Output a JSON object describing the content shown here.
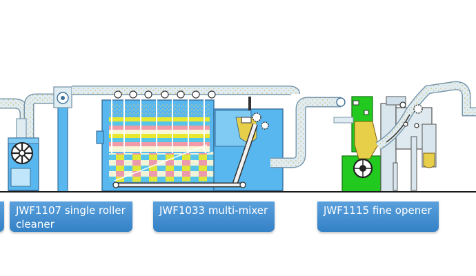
{
  "labels": [
    {
      "id": "left-edge",
      "text": ""
    },
    {
      "id": "single-roller-cleaner",
      "text": "JWF1107 single roller cleaner"
    },
    {
      "id": "multi-mixer",
      "text": "JWF1033 multi-mixer"
    },
    {
      "id": "fine-opener",
      "text": "JWF1115 fine opener"
    }
  ],
  "colors": {
    "machine_blue": "#58b7ef",
    "machine_outline": "#3a6f9a",
    "duct_fill": "#dfecf2",
    "duct_outline": "#7a98ab",
    "green": "#22c91f",
    "label_blue": "#3d8bd0",
    "fiber_stripes": [
      "#e8e92e",
      "#55c5e8",
      "#f39aa8",
      "#f7f7d8"
    ],
    "cotton_yellow": "#e8cf4a"
  }
}
